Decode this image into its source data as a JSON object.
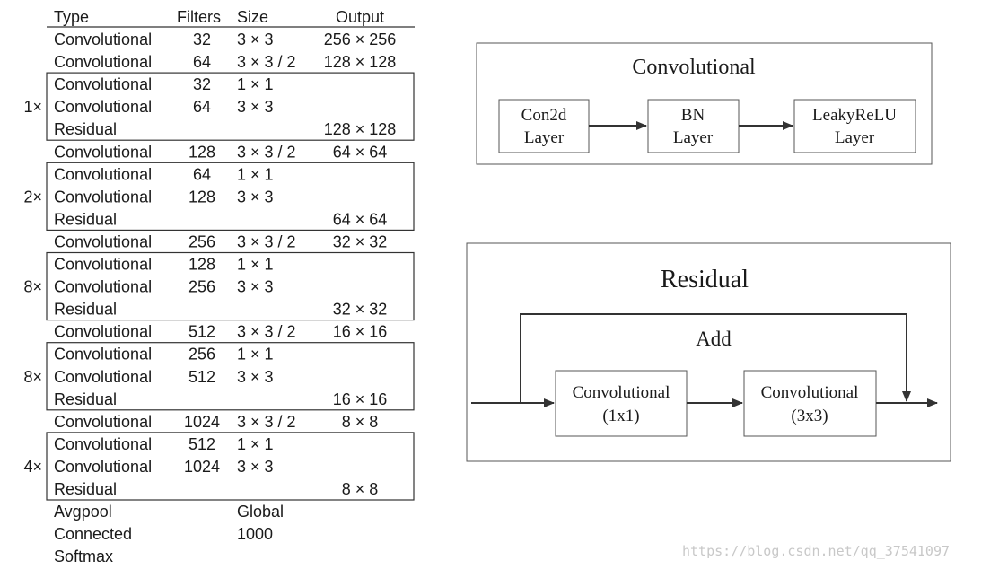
{
  "table": {
    "headers": {
      "type": "Type",
      "filters": "Filters",
      "size": "Size",
      "output": "Output"
    },
    "rows": [
      {
        "type": "Convolutional",
        "filters": "32",
        "size": "3 × 3",
        "output": "256 × 256"
      },
      {
        "type": "Convolutional",
        "filters": "64",
        "size": "3 × 3 / 2",
        "output": "128 × 128"
      },
      {
        "type": "Convolutional",
        "filters": "32",
        "size": "1 × 1",
        "output": ""
      },
      {
        "type": "Convolutional",
        "filters": "64",
        "size": "3 × 3",
        "output": ""
      },
      {
        "type": "Residual",
        "filters": "",
        "size": "",
        "output": "128 × 128"
      },
      {
        "type": "Convolutional",
        "filters": "128",
        "size": "3 × 3 / 2",
        "output": "64 × 64"
      },
      {
        "type": "Convolutional",
        "filters": "64",
        "size": "1 × 1",
        "output": ""
      },
      {
        "type": "Convolutional",
        "filters": "128",
        "size": "3 × 3",
        "output": ""
      },
      {
        "type": "Residual",
        "filters": "",
        "size": "",
        "output": "64 × 64"
      },
      {
        "type": "Convolutional",
        "filters": "256",
        "size": "3 × 3 / 2",
        "output": "32 × 32"
      },
      {
        "type": "Convolutional",
        "filters": "128",
        "size": "1 × 1",
        "output": ""
      },
      {
        "type": "Convolutional",
        "filters": "256",
        "size": "3 × 3",
        "output": ""
      },
      {
        "type": "Residual",
        "filters": "",
        "size": "",
        "output": "32 × 32"
      },
      {
        "type": "Convolutional",
        "filters": "512",
        "size": "3 × 3 / 2",
        "output": "16 × 16"
      },
      {
        "type": "Convolutional",
        "filters": "256",
        "size": "1 × 1",
        "output": ""
      },
      {
        "type": "Convolutional",
        "filters": "512",
        "size": "3 × 3",
        "output": ""
      },
      {
        "type": "Residual",
        "filters": "",
        "size": "",
        "output": "16 × 16"
      },
      {
        "type": "Convolutional",
        "filters": "1024",
        "size": "3 × 3 / 2",
        "output": "8 × 8"
      },
      {
        "type": "Convolutional",
        "filters": "512",
        "size": "1 × 1",
        "output": ""
      },
      {
        "type": "Convolutional",
        "filters": "1024",
        "size": "3 × 3",
        "output": ""
      },
      {
        "type": "Residual",
        "filters": "",
        "size": "",
        "output": "8 × 8"
      },
      {
        "type": "Avgpool",
        "filters": "",
        "size": "Global",
        "output": ""
      },
      {
        "type": "Connected",
        "filters": "",
        "size": "1000",
        "output": ""
      },
      {
        "type": "Softmax",
        "filters": "",
        "size": "",
        "output": ""
      }
    ],
    "groups": [
      {
        "repeat": "1×",
        "first_row": 2,
        "last_row": 4
      },
      {
        "repeat": "2×",
        "first_row": 6,
        "last_row": 8
      },
      {
        "repeat": "8×",
        "first_row": 10,
        "last_row": 12
      },
      {
        "repeat": "8×",
        "first_row": 14,
        "last_row": 16
      },
      {
        "repeat": "4×",
        "first_row": 18,
        "last_row": 20
      }
    ]
  },
  "conv_block": {
    "title": "Convolutional",
    "boxes": [
      [
        "Con2d",
        "Layer"
      ],
      [
        "BN",
        "Layer"
      ],
      [
        "LeakyReLU",
        "Layer"
      ]
    ]
  },
  "residual_block": {
    "title": "Residual",
    "add_label": "Add",
    "boxes": [
      [
        "Convolutional",
        "(1x1)"
      ],
      [
        "Convolutional",
        "(3x3)"
      ]
    ]
  },
  "watermark": "https://blog.csdn.net/qq_37541097"
}
